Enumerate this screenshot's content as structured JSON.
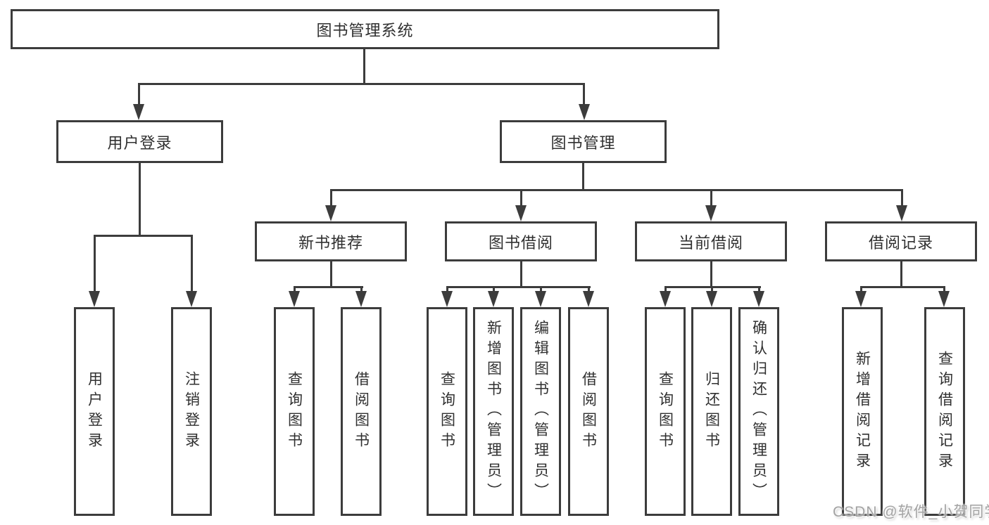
{
  "diagram": {
    "root": {
      "label": "图书管理系统"
    },
    "level2": {
      "user_login": {
        "label": "用户登录"
      },
      "book_management": {
        "label": "图书管理"
      }
    },
    "level3": {
      "new_book_recommend": {
        "label": "新书推荐"
      },
      "book_borrowing": {
        "label": "图书借阅"
      },
      "current_borrowing": {
        "label": "当前借阅"
      },
      "borrowing_records": {
        "label": "借阅记录"
      }
    },
    "leaves": {
      "login_user_login": {
        "label": "用户登录"
      },
      "login_logout": {
        "label": "注销登录"
      },
      "recommend_query_books": {
        "label": "查询图书"
      },
      "recommend_borrow_books": {
        "label": "借阅图书"
      },
      "borrowing_query_books": {
        "label": "查询图书"
      },
      "borrowing_add_books": {
        "label": "新增图书（管理员）"
      },
      "borrowing_edit_books": {
        "label": "编辑图书（管理员）"
      },
      "borrowing_borrow_books": {
        "label": "借阅图书"
      },
      "current_query_books": {
        "label": "查询图书"
      },
      "current_return_books": {
        "label": "归还图书"
      },
      "current_confirm_return": {
        "label": "确认归还（管理员）"
      },
      "records_add_record": {
        "label": "新增借阅记录"
      },
      "records_query_record": {
        "label": "查询借阅记录"
      }
    },
    "watermark": {
      "text": "CSDN @软件_小贺同学"
    },
    "colors": {
      "line": "#3c3c3c",
      "text": "#303030",
      "watermark": "#a3a3a3",
      "background": "#ffffff"
    }
  }
}
